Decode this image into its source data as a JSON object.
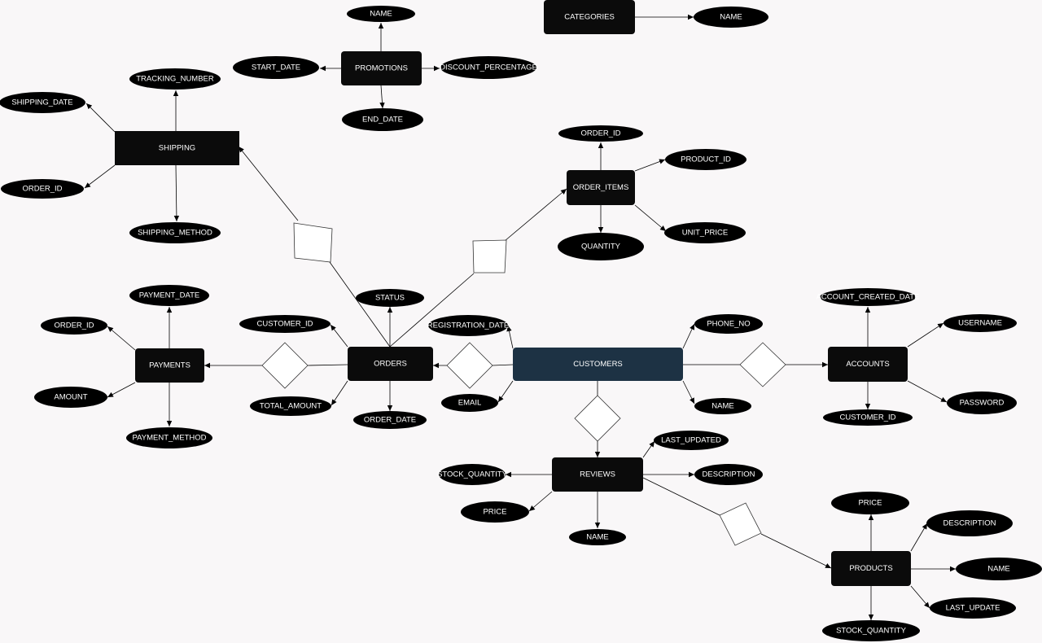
{
  "colors": {
    "background": "#f9f7f8",
    "entity_fill": "#0b0b0b",
    "highlight_fill": "#1d3244",
    "attribute_fill": "#000000",
    "text": "#ffffff",
    "line": "#000000",
    "relationship_fill": "#ffffff"
  },
  "entities": [
    {
      "id": "categories",
      "label": "CATEGORIES"
    },
    {
      "id": "promotions",
      "label": "PROMOTIONS"
    },
    {
      "id": "shipping",
      "label": "SHIPPING"
    },
    {
      "id": "order_items",
      "label": "ORDER_ITEMS"
    },
    {
      "id": "payments",
      "label": "PAYMENTS"
    },
    {
      "id": "orders",
      "label": "ORDERS"
    },
    {
      "id": "customers",
      "label": "CUSTOMERS",
      "highlighted": true
    },
    {
      "id": "accounts",
      "label": "ACCOUNTS"
    },
    {
      "id": "reviews",
      "label": "REVIEWS"
    },
    {
      "id": "products",
      "label": "PRODUCTS"
    }
  ],
  "attributes": [
    {
      "id": "cat_name",
      "entity": "categories",
      "label": "NAME"
    },
    {
      "id": "promo_name",
      "entity": "promotions",
      "label": "NAME"
    },
    {
      "id": "promo_start",
      "entity": "promotions",
      "label": "START_DATE"
    },
    {
      "id": "promo_disc",
      "entity": "promotions",
      "label": "DISCOUNT_PERCENTAGE"
    },
    {
      "id": "promo_end",
      "entity": "promotions",
      "label": "END_DATE"
    },
    {
      "id": "ship_track",
      "entity": "shipping",
      "label": "TRACKING_NUMBER"
    },
    {
      "id": "ship_date",
      "entity": "shipping",
      "label": "SHIPPING_DATE"
    },
    {
      "id": "ship_order",
      "entity": "shipping",
      "label": "ORDER_ID"
    },
    {
      "id": "ship_method",
      "entity": "shipping",
      "label": "SHIPPING_METHOD"
    },
    {
      "id": "oi_order",
      "entity": "order_items",
      "label": "ORDER_ID"
    },
    {
      "id": "oi_product",
      "entity": "order_items",
      "label": "PRODUCT_ID"
    },
    {
      "id": "oi_qty",
      "entity": "order_items",
      "label": "QUANTITY"
    },
    {
      "id": "oi_price",
      "entity": "order_items",
      "label": "UNIT_PRICE"
    },
    {
      "id": "pay_date",
      "entity": "payments",
      "label": "PAYMENT_DATE"
    },
    {
      "id": "pay_order",
      "entity": "payments",
      "label": "ORDER_ID"
    },
    {
      "id": "pay_amount",
      "entity": "payments",
      "label": "AMOUNT"
    },
    {
      "id": "pay_method",
      "entity": "payments",
      "label": "PAYMENT_METHOD"
    },
    {
      "id": "ord_status",
      "entity": "orders",
      "label": "STATUS"
    },
    {
      "id": "ord_cust",
      "entity": "orders",
      "label": "CUSTOMER_ID"
    },
    {
      "id": "ord_total",
      "entity": "orders",
      "label": "TOTAL_AMOUNT"
    },
    {
      "id": "ord_date",
      "entity": "orders",
      "label": "ORDER_DATE"
    },
    {
      "id": "cust_reg",
      "entity": "customers",
      "label": "REGISTRATION_DATE"
    },
    {
      "id": "cust_email",
      "entity": "customers",
      "label": "EMAIL"
    },
    {
      "id": "cust_phone",
      "entity": "customers",
      "label": "PHONE_NO"
    },
    {
      "id": "cust_name",
      "entity": "customers",
      "label": "NAME"
    },
    {
      "id": "acc_created",
      "entity": "accounts",
      "label": "ACCOUNT_CREATED_DATE"
    },
    {
      "id": "acc_user",
      "entity": "accounts",
      "label": "USERNAME"
    },
    {
      "id": "acc_pass",
      "entity": "accounts",
      "label": "PASSWORD"
    },
    {
      "id": "acc_cust",
      "entity": "accounts",
      "label": "CUSTOMER_ID"
    },
    {
      "id": "rev_updated",
      "entity": "reviews",
      "label": "LAST_UPDATED"
    },
    {
      "id": "rev_stock",
      "entity": "reviews",
      "label": "STOCK_QUANTITY"
    },
    {
      "id": "rev_desc",
      "entity": "reviews",
      "label": "DESCRIPTION"
    },
    {
      "id": "rev_price",
      "entity": "reviews",
      "label": "PRICE"
    },
    {
      "id": "rev_name",
      "entity": "reviews",
      "label": "NAME"
    },
    {
      "id": "prod_price",
      "entity": "products",
      "label": "PRICE"
    },
    {
      "id": "prod_desc",
      "entity": "products",
      "label": "DESCRIPTION"
    },
    {
      "id": "prod_name",
      "entity": "products",
      "label": "NAME"
    },
    {
      "id": "prod_update",
      "entity": "products",
      "label": "LAST_UPDATE"
    },
    {
      "id": "prod_stock",
      "entity": "products",
      "label": "STOCK_QUANTITY"
    }
  ],
  "relationships": [
    {
      "id": "rel_orders_shipping",
      "from": "orders",
      "to": "shipping"
    },
    {
      "id": "rel_orders_order_items",
      "from": "orders",
      "to": "order_items"
    },
    {
      "id": "rel_orders_payments",
      "from": "orders",
      "to": "payments"
    },
    {
      "id": "rel_customers_orders",
      "from": "customers",
      "to": "orders"
    },
    {
      "id": "rel_customers_accounts",
      "from": "customers",
      "to": "accounts"
    },
    {
      "id": "rel_customers_reviews",
      "from": "customers",
      "to": "reviews"
    },
    {
      "id": "rel_reviews_products",
      "from": "reviews",
      "to": "products"
    }
  ]
}
